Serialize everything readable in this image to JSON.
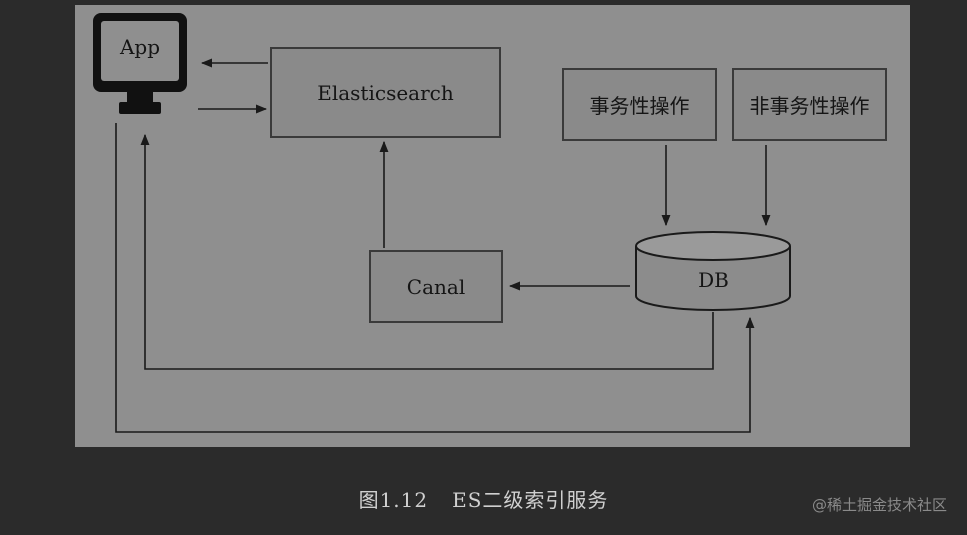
{
  "diagram": {
    "app_label": "App",
    "elasticsearch_label": "Elasticsearch",
    "transactional_op_label": "事务性操作",
    "non_transactional_op_label": "非事务性操作",
    "canal_label": "Canal",
    "db_label": "DB"
  },
  "caption": {
    "figure_number": "图1.12",
    "title": "ES二级索引服务"
  },
  "watermark": "@稀土掘金技术社区",
  "colors": {
    "page_background": "#2b2b2b",
    "diagram_background": "#8f8f8f",
    "box_fill": "#8a8a8a",
    "line": "#1a1a1a"
  }
}
